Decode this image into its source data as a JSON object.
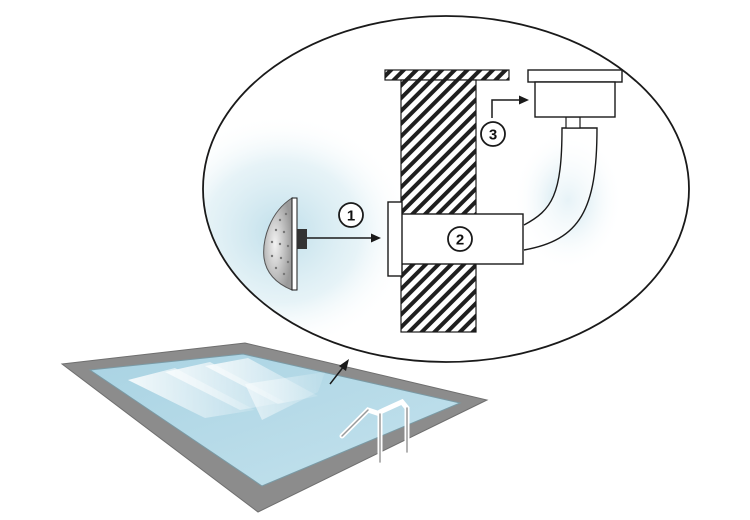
{
  "diagram": {
    "steps": [
      {
        "number": "1"
      },
      {
        "number": "2"
      },
      {
        "number": "3"
      }
    ]
  },
  "colors": {
    "outline": "#1a1a1a",
    "water": "#b7dbe8",
    "pool_deck": "#8c8c8c",
    "wall_hatch": "#1f1f1f",
    "bubble_glow": "#cfe6ef"
  }
}
